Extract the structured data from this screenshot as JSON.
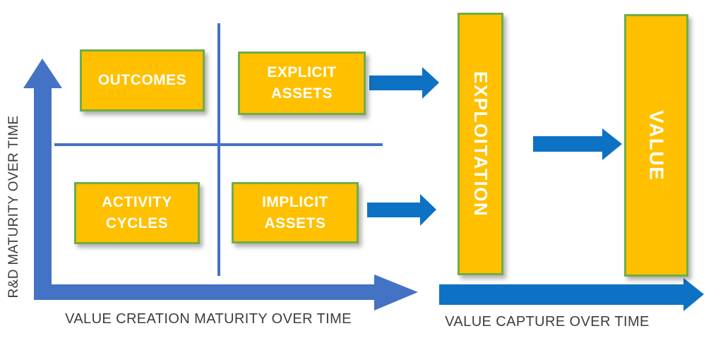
{
  "colors": {
    "box_fill": "#FFC000",
    "box_border": "#70AD47",
    "box_text": "#FFFFFF",
    "axis_blue": "#4472C4",
    "arrow_blue": "#0D72C4",
    "axis_label_text": "#3d3d3d"
  },
  "matrix": {
    "y_axis_label": "R&D MATURITY OVER TIME",
    "x_axis_label": "VALUE CREATION MATURITY OVER TIME",
    "quadrants": [
      {
        "id": "outcomes",
        "label": "OUTCOMES",
        "position": "top-left"
      },
      {
        "id": "explicit-assets",
        "label": "EXPLICIT ASSETS",
        "position": "top-right"
      },
      {
        "id": "activity-cycles",
        "label": "ACTIVITY CYCLES",
        "position": "bottom-left"
      },
      {
        "id": "implicit-assets",
        "label": "IMPLICIT ASSETS",
        "position": "bottom-right"
      }
    ]
  },
  "flow": {
    "stages": [
      {
        "id": "exploitation",
        "label": "EXPLOITATION"
      },
      {
        "id": "value",
        "label": "VALUE"
      }
    ],
    "x_axis_label": "VALUE CAPTURE OVER TIME"
  },
  "icons": {
    "matrix_axes": "l-shaped-axis-arrows",
    "connectors": [
      "right-arrow",
      "right-arrow",
      "right-arrow",
      "long-right-arrow"
    ]
  }
}
